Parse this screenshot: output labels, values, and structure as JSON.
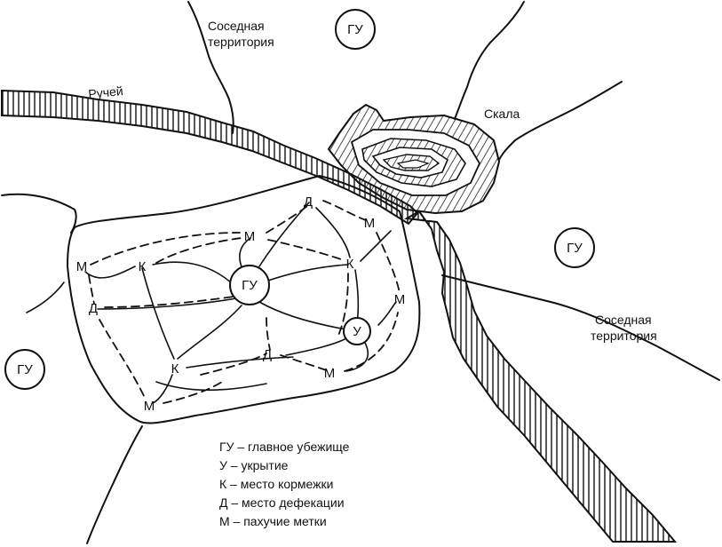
{
  "labels": {
    "stream": "Ручей",
    "neighbor_top": "Соседная территория",
    "neighbor_right": "Соседная территория",
    "rock": "Скала"
  },
  "outside_shelters": [
    "ГУ",
    "ГУ",
    "ГУ"
  ],
  "nodes": {
    "main_shelter": "ГУ",
    "shelter": "У",
    "feeding": [
      "К",
      "К",
      "К"
    ],
    "defecation": [
      "Д",
      "Д",
      "Д"
    ],
    "scent": [
      "М",
      "М",
      "М",
      "М",
      "М",
      "М"
    ]
  },
  "legend": [
    "ГУ – главное убежище",
    "У – укрытие",
    "К – место кормежки",
    "Д – место  дефекации",
    "М – пахучие метки"
  ]
}
